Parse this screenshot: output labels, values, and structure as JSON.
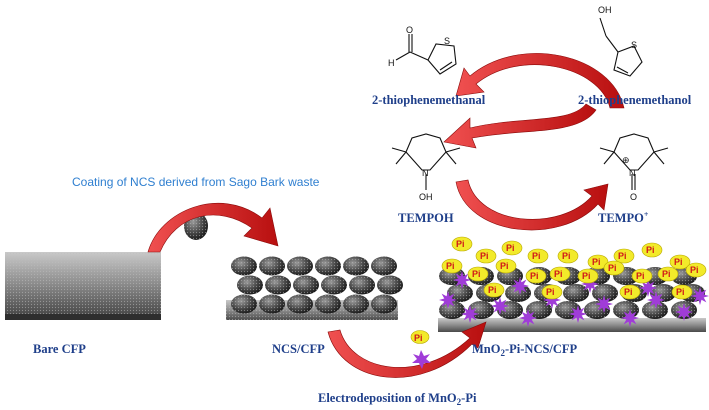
{
  "labels": {
    "bare_cfp": "Bare CFP",
    "ncs_cfp": "NCS/CFP",
    "mno2_cfp_pre": "MnO",
    "mno2_cfp_sub": "2",
    "mno2_cfp_post": "-Pi-NCS/CFP",
    "coating_caption": "Coating of NCS derived from Sago Bark waste",
    "electro_pre": "Electrodeposition of MnO",
    "electro_sub": "2",
    "electro_post": "-Pi",
    "thiophenemethanal": "2-thiophenemethanal",
    "thiophenemethanol": "2-thiophenemethanol",
    "tempoh": "TEMPOH",
    "tempo_pre": "TEMPO",
    "tempo_sup": "+"
  },
  "atoms": {
    "oxygen": "O",
    "hydrogen": "H",
    "hydroxyl": "OH",
    "sulfur": "S",
    "nitrogen": "N",
    "plus_charge": "⊕"
  },
  "legend": {
    "pi": "Pi"
  },
  "colors": {
    "arrow_red": "#d42020",
    "label_navy": "#1f3f8a",
    "caption_blue": "#2f7fd0",
    "pi_yellow": "#f2ea2a",
    "star_purple": "#a03cd8"
  }
}
